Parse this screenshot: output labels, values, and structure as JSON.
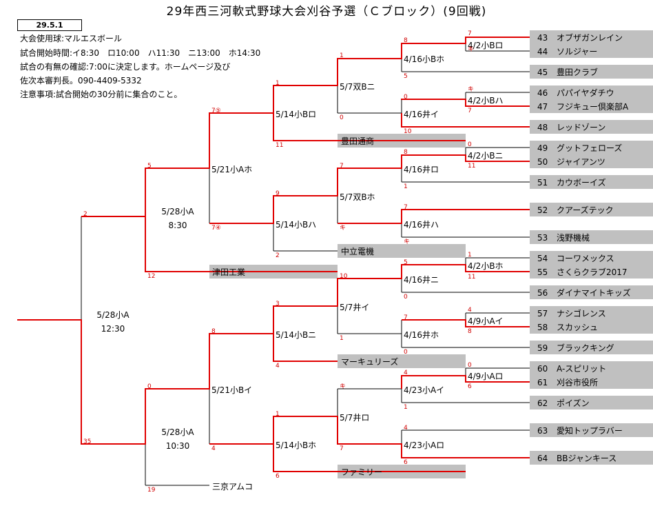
{
  "header": {
    "title": "29年西三河軟式野球大会刈谷予選（Ｃブロック）(9回戦)",
    "date_label": "29.5.1",
    "info_lines": [
      "大会使用球:マルエスボール",
      "試合開始時間:イ8:30　ロ10:00　ハ11:30　ニ13:00　ホ14:30",
      "試合の有無の確認:7:00に決定します。ホームページ及び",
      "佐次本審判長。090-4409-5332",
      "注意事項:試合開始の30分前に集合のこと。"
    ]
  },
  "teams": [
    {
      "num": "43",
      "name": "オブザガンレイン"
    },
    {
      "num": "44",
      "name": "ソルジャー"
    },
    {
      "num": "45",
      "name": "豊田クラブ"
    },
    {
      "num": "46",
      "name": "パパイヤダチウ"
    },
    {
      "num": "47",
      "name": "フジキュー倶楽部A"
    },
    {
      "num": "48",
      "name": "レッドゾーン"
    },
    {
      "num": "49",
      "name": "グットフェローズ"
    },
    {
      "num": "50",
      "name": "ジャイアンツ"
    },
    {
      "num": "51",
      "name": "カウボーイズ"
    },
    {
      "num": "52",
      "name": "クアーズテック"
    },
    {
      "num": "53",
      "name": "浅野機械"
    },
    {
      "num": "54",
      "name": "コーワメックス"
    },
    {
      "num": "55",
      "name": "さくらクラブ2017"
    },
    {
      "num": "56",
      "name": "ダイナマイトキッズ"
    },
    {
      "num": "57",
      "name": "ナシゴレンス"
    },
    {
      "num": "58",
      "name": "スカッシュ"
    },
    {
      "num": "59",
      "name": "ブラックキング"
    },
    {
      "num": "60",
      "name": "A-スピリット"
    },
    {
      "num": "61",
      "name": "刈谷市役所"
    },
    {
      "num": "62",
      "name": "ポイズン"
    },
    {
      "num": "63",
      "name": "愛知トップラバー"
    },
    {
      "num": "64",
      "name": "BBジャンキース"
    }
  ],
  "seeds": [
    "豊田通商",
    "中立電機",
    "津田工業",
    "マーキュリーズ",
    "ファミリー",
    "三京アムコ"
  ],
  "matches": {
    "r1": [
      "4/2小Bロ",
      "4/2小Bハ",
      "4/2小Bニ",
      "4/2小Bホ",
      "4/9小Aイ",
      "4/9小Aロ"
    ],
    "r2": [
      "4/16小Bホ",
      "4/16井イ",
      "4/16井ロ",
      "4/16井ハ",
      "4/16井ニ",
      "4/16井ホ",
      "4/23小Aイ",
      "4/23小Aロ"
    ],
    "r3": [
      "5/7双Bニ",
      "5/7双Bホ",
      "5/7井イ",
      "5/7井ロ"
    ],
    "r4": [
      "5/14小Bロ",
      "5/14小Bハ",
      "5/14小Bニ",
      "5/14小Bホ"
    ],
    "r5": [
      "5/21小Aホ",
      "5/21小Bイ"
    ],
    "r6": [
      "5/28小A",
      "8:30",
      "5/28小A",
      "10:30"
    ],
    "final": [
      "5/28小A",
      "12:30"
    ]
  },
  "scores": {
    "r1": [
      "7",
      "キ",
      "キ",
      "7",
      "0",
      "11",
      "1",
      "11",
      "4",
      "8",
      "0",
      "6"
    ],
    "r2": [
      "8",
      "5",
      "0",
      "10",
      "8",
      "1",
      "7",
      "キ",
      "5",
      "0",
      "7",
      "0",
      "4",
      "1",
      "4",
      "6"
    ],
    "r3": [
      "1",
      "0",
      "7",
      "キ",
      "10",
      "1",
      "キ",
      "7"
    ],
    "r4": [
      "1",
      "11",
      "9",
      "2",
      "3",
      "4",
      "1",
      "6"
    ],
    "r5": [
      "7⑤",
      "7④",
      "8",
      "4"
    ],
    "r6": [
      "5",
      "12",
      "0",
      "19"
    ],
    "final": [
      "2",
      "35"
    ]
  }
}
